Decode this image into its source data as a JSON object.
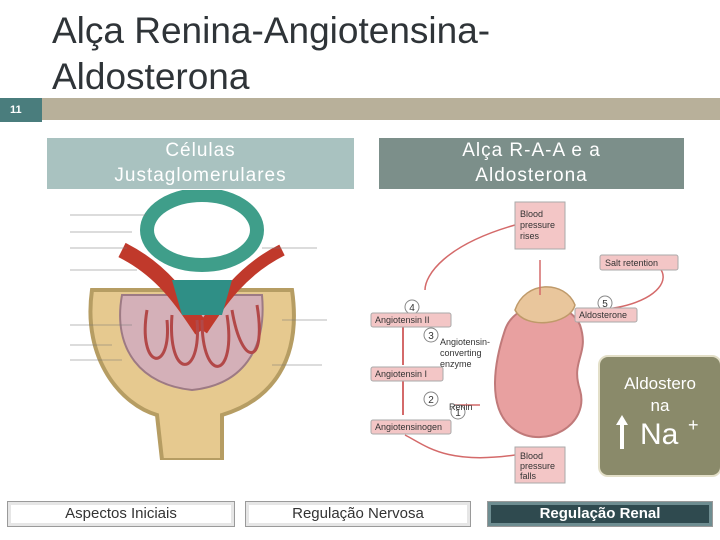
{
  "slide": {
    "number": "11",
    "title": "Alça Renina-Angiotensina-\nAldosterona"
  },
  "boxes": {
    "left": [
      "Células",
      "Justaglomerulares"
    ],
    "right": [
      "Alça R-A-A e a",
      "Aldosterona"
    ]
  },
  "diagram": {
    "blood_pressure_rises": [
      "Blood",
      "pressure",
      "rises"
    ],
    "blood_pressure_falls": [
      "Blood",
      "pressure",
      "falls"
    ],
    "salt_retention": "Salt retention",
    "aldosterone": "Aldosterone",
    "angiotensin_ii": "Angiotensin II",
    "ace": [
      "Angiotensin-",
      "converting",
      "enzyme"
    ],
    "angiotensin_i": "Angiotensin I",
    "renin": "Renin",
    "angiotensinogen": "Angiotensinogen",
    "steps": [
      "1",
      "2",
      "3",
      "4",
      "5"
    ]
  },
  "callout": {
    "text": [
      "Aldostero",
      "na"
    ],
    "ion": "Na",
    "charge": "+"
  },
  "nav": {
    "aspectos": "Aspectos Iniciais",
    "nervosa": "Regulação Nervosa",
    "renal": "Regulação Renal"
  }
}
